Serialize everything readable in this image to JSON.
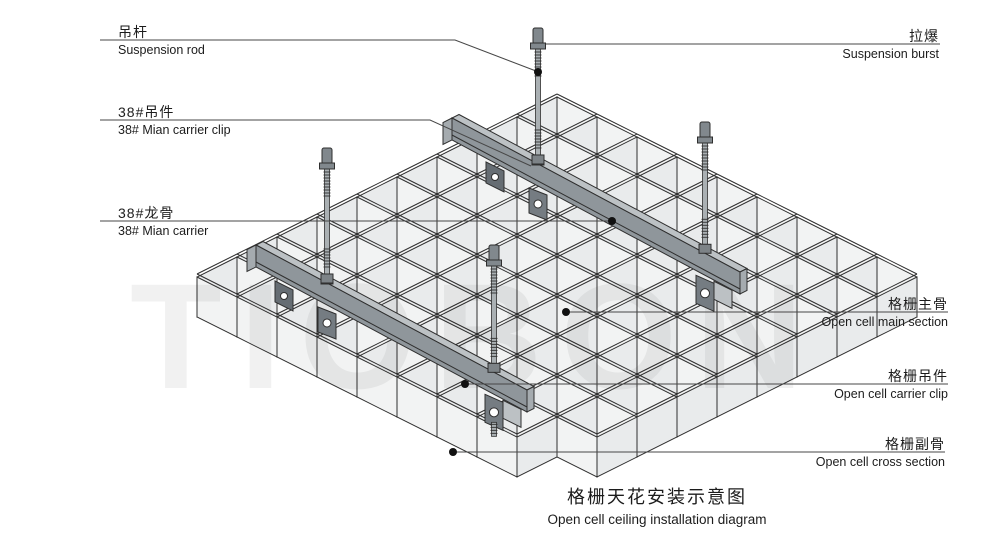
{
  "title": {
    "zh": "格栅天花安装示意图",
    "en": "Open cell ceiling installation diagram"
  },
  "watermark": "TIOBON",
  "labels": {
    "suspension_rod": {
      "zh": "吊杆",
      "en": "Suspension rod"
    },
    "suspension_burst": {
      "zh": "拉爆",
      "en": "Suspension burst"
    },
    "carrier_clip_38": {
      "zh": "38#吊件",
      "en": "38# Mian carrier clip"
    },
    "carrier_38": {
      "zh": "38#龙骨",
      "en": "38# Mian carrier"
    },
    "main_section": {
      "zh": "格栅主骨",
      "en": "Open cell main section"
    },
    "carrier_clip": {
      "zh": "格栅吊件",
      "en": "Open cell carrier clip"
    },
    "cross_section": {
      "zh": "格栅副骨",
      "en": "Open cell cross section"
    }
  },
  "colors": {
    "line": "#2f2f2f",
    "panel_a": "#f2f3f3",
    "panel_b": "#e9ebec",
    "carrier_web": "#8f969b",
    "carrier_top": "#bcc1c4",
    "carrier_cap": "#a5abaf",
    "clip": "#757c82",
    "clip_dark": "#666d73",
    "anchor": "#81888d",
    "rod": "#aab0b3",
    "nut": "#7d8387",
    "hole": "#ffffff",
    "leader": "#474747",
    "dot": "#111111",
    "watermark": "rgba(0,0,0,0.055)",
    "text": "#1c1c1c"
  }
}
